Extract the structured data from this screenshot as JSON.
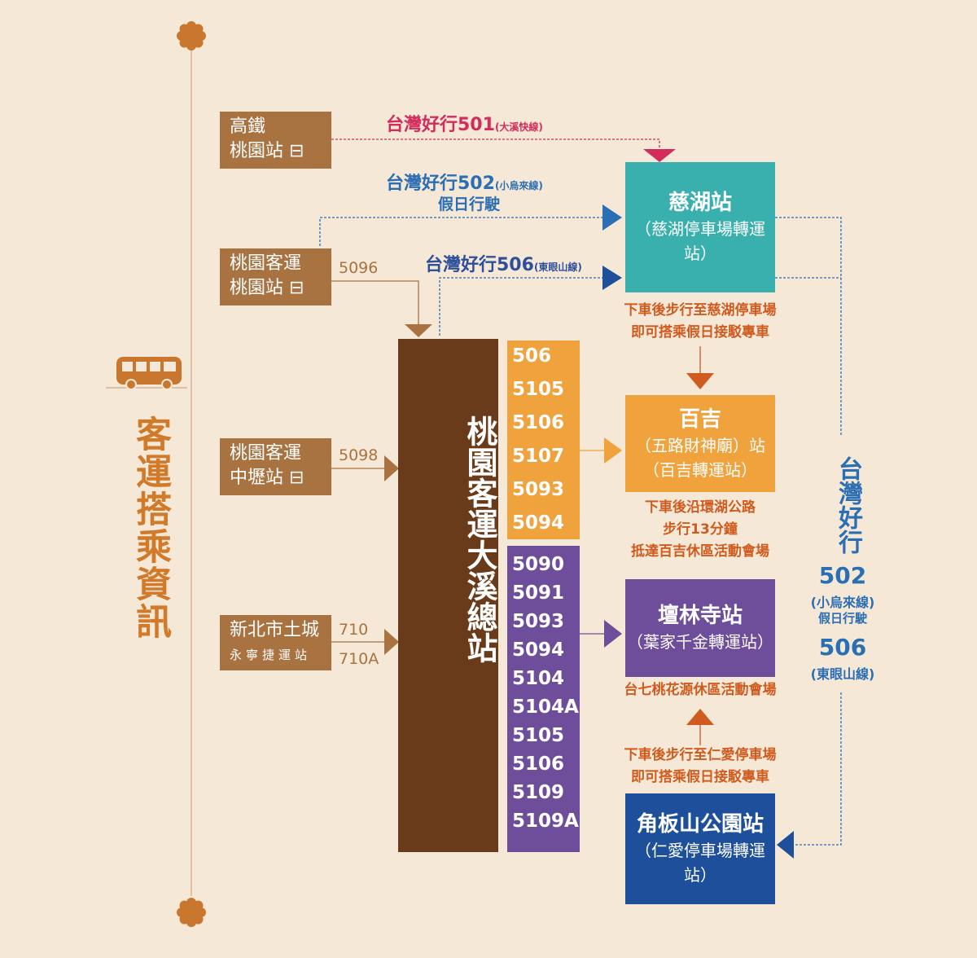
{
  "side_title": "客運搭乘資訊",
  "colors": {
    "background": "#f6e8d7",
    "brown": "#a87241",
    "dark_brown": "#6a3b1a",
    "orange": "#f0a23d",
    "purple": "#6e4d9a",
    "teal": "#39b0ad",
    "navy": "#1d4f9a",
    "red_pink": "#d32b5c",
    "blue": "#2a6eb3",
    "note_orange": "#d05b1f"
  },
  "origins": {
    "hsr": {
      "line1": "高鐵",
      "line2": "桃園站"
    },
    "taoyuan_bus": {
      "line1": "桃園客運",
      "line2": "桃園站"
    },
    "zhongli": {
      "line1": "桃園客運",
      "line2": "中壢站"
    },
    "tucheng": {
      "line1": "新北市土城",
      "line2": "永寧捷運站"
    }
  },
  "route_numbers": {
    "r5096": "5096",
    "r5098": "5098",
    "r710": "710",
    "r710a": "710A"
  },
  "routes": {
    "r501": {
      "main": "台灣好行501",
      "sub": "(大溪快線)"
    },
    "r502": {
      "main": "台灣好行502",
      "sub": "(小烏來線)",
      "note": "假日行駛"
    },
    "r506": {
      "main": "台灣好行506",
      "sub": "(東眼山線)"
    }
  },
  "main_station": {
    "title": "桃園客運大溪總站",
    "icon": "bus-front-icon"
  },
  "orange_routes": [
    "506",
    "5105",
    "5106",
    "5107",
    "5093",
    "5094"
  ],
  "purple_routes": [
    "5090",
    "5091",
    "5093",
    "5094",
    "5104",
    "5104A",
    "5105",
    "5106",
    "5109",
    "5109A"
  ],
  "destinations": {
    "cihu": {
      "title": "慈湖站",
      "sub": "（慈湖停車場轉運站）"
    },
    "baiji": {
      "title": "百吉",
      "sub1": "（五路財神廟）站",
      "sub2": "（百吉轉運站）"
    },
    "tanlin": {
      "title": "壇林寺站",
      "sub": "（葉家千金轉運站）"
    },
    "jiaobanshan": {
      "title": "角板山公園站",
      "sub": "（仁愛停車場轉運站）"
    }
  },
  "notes": {
    "cihu_1": "下車後步行至慈湖停車場",
    "cihu_2": "即可搭乘假日接駁專車",
    "baiji_1": "下車後沿環湖公路",
    "baiji_2": "步行13分鐘",
    "baiji_3": "抵達百吉休區活動會場",
    "tanlin_1": "台七桃花源休區活動會場",
    "renai_1": "下車後步行至仁愛停車場",
    "renai_2": "即可搭乘假日接駁專車"
  },
  "right_label": {
    "vertical": "台灣好行",
    "n502": "502",
    "n502_sub": "(小烏來線)",
    "n502_note": "假日行駛",
    "n506": "506",
    "n506_sub": "(東眼山線)"
  },
  "icons": [
    "flower-icon",
    "bus-side-icon",
    "bus-small-icon",
    "bus-front-icon"
  ]
}
